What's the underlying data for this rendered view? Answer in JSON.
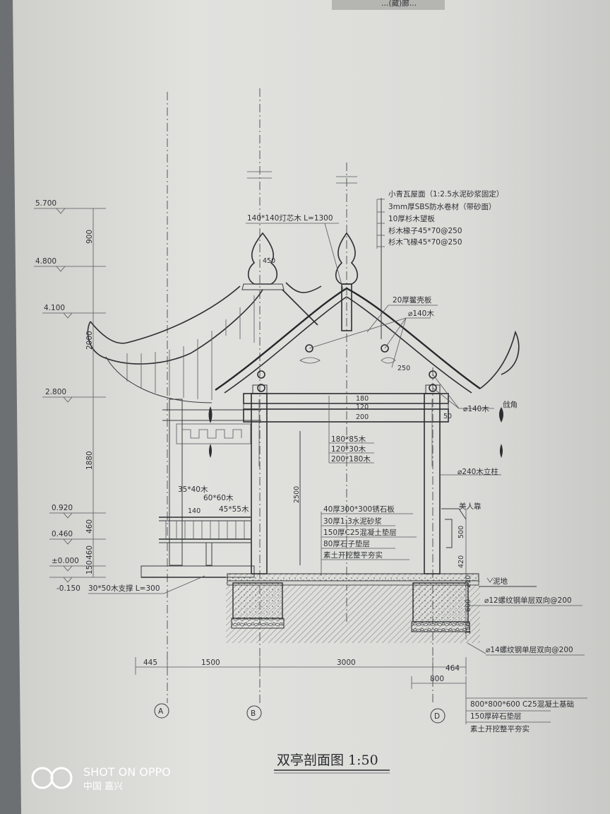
{
  "header_fragment": "…(藏)廊…",
  "drawing_title": "双亭剖面图 1:50",
  "elevations": [
    "5.700",
    "4.800",
    "4.100",
    "2.800",
    "0.920",
    "0.460",
    "±0.000",
    "-0.150"
  ],
  "vertical_dims": [
    "900",
    "2000",
    "1880",
    "460",
    "460",
    "150",
    "450",
    "2500",
    "500",
    "420",
    "210",
    "600",
    "150"
  ],
  "roof_layers": [
    "小青瓦屋面（1:2.5水泥砂浆固定）",
    "3mm厚SBS防水卷材（带砂面）",
    "10厚杉木望板",
    "杉木椽子45*70@250",
    "杉木飞椽45*70@250"
  ],
  "ridge_post": "140*140灯芯木 L=1300",
  "board_label": "20厚鳖壳板",
  "round_timber": "⌀140木",
  "small_dim_250": "250",
  "beam_dims": [
    "180",
    "120",
    "200"
  ],
  "beam_labels": [
    "180*85木",
    "120*30木",
    "200*180木"
  ],
  "corner_label": "⌀140木",
  "qiangjiao": "戗角",
  "dim_50": "50",
  "column_label": "⌀240木立柱",
  "meirenkao": "美人靠",
  "bench_labels": [
    "35*40木",
    "60*60木",
    "45*55木"
  ],
  "dim_140": "140",
  "floor_layers": [
    "40厚300*300锈石板",
    "30厚1:3水泥砂浆",
    "150厚C25混凝土垫层",
    "80厚石子垫层",
    "素土开挖整平夯实"
  ],
  "support_label": "30*50木支撑 L=300",
  "mud_label": "泥地",
  "rebar_1": "⌀12螺纹钢单层双向@200",
  "rebar_2": "⌀14螺纹钢单层双向@200",
  "horizontal_dims": [
    "445",
    "1500",
    "3000",
    "464",
    "800"
  ],
  "footing_layers": [
    "800*800*600 C25混凝土基础",
    "150厚碎石垫层",
    "素土开挖整平夯实"
  ],
  "axes": [
    "A",
    "B",
    "D"
  ],
  "watermark_line1": "SHOT ON OPPO",
  "watermark_line2": "中国  嘉兴",
  "colors": {
    "paper": "#dcdcd8",
    "ink": "#2b2d30",
    "background": "#6d7072"
  }
}
